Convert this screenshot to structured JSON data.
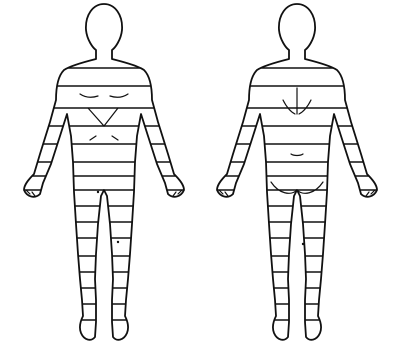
{
  "figure": {
    "line_color": "#111111",
    "background": "#ffffff",
    "views": [
      {
        "id": "front",
        "bands": 17
      },
      {
        "id": "back",
        "bands": 17
      }
    ]
  }
}
